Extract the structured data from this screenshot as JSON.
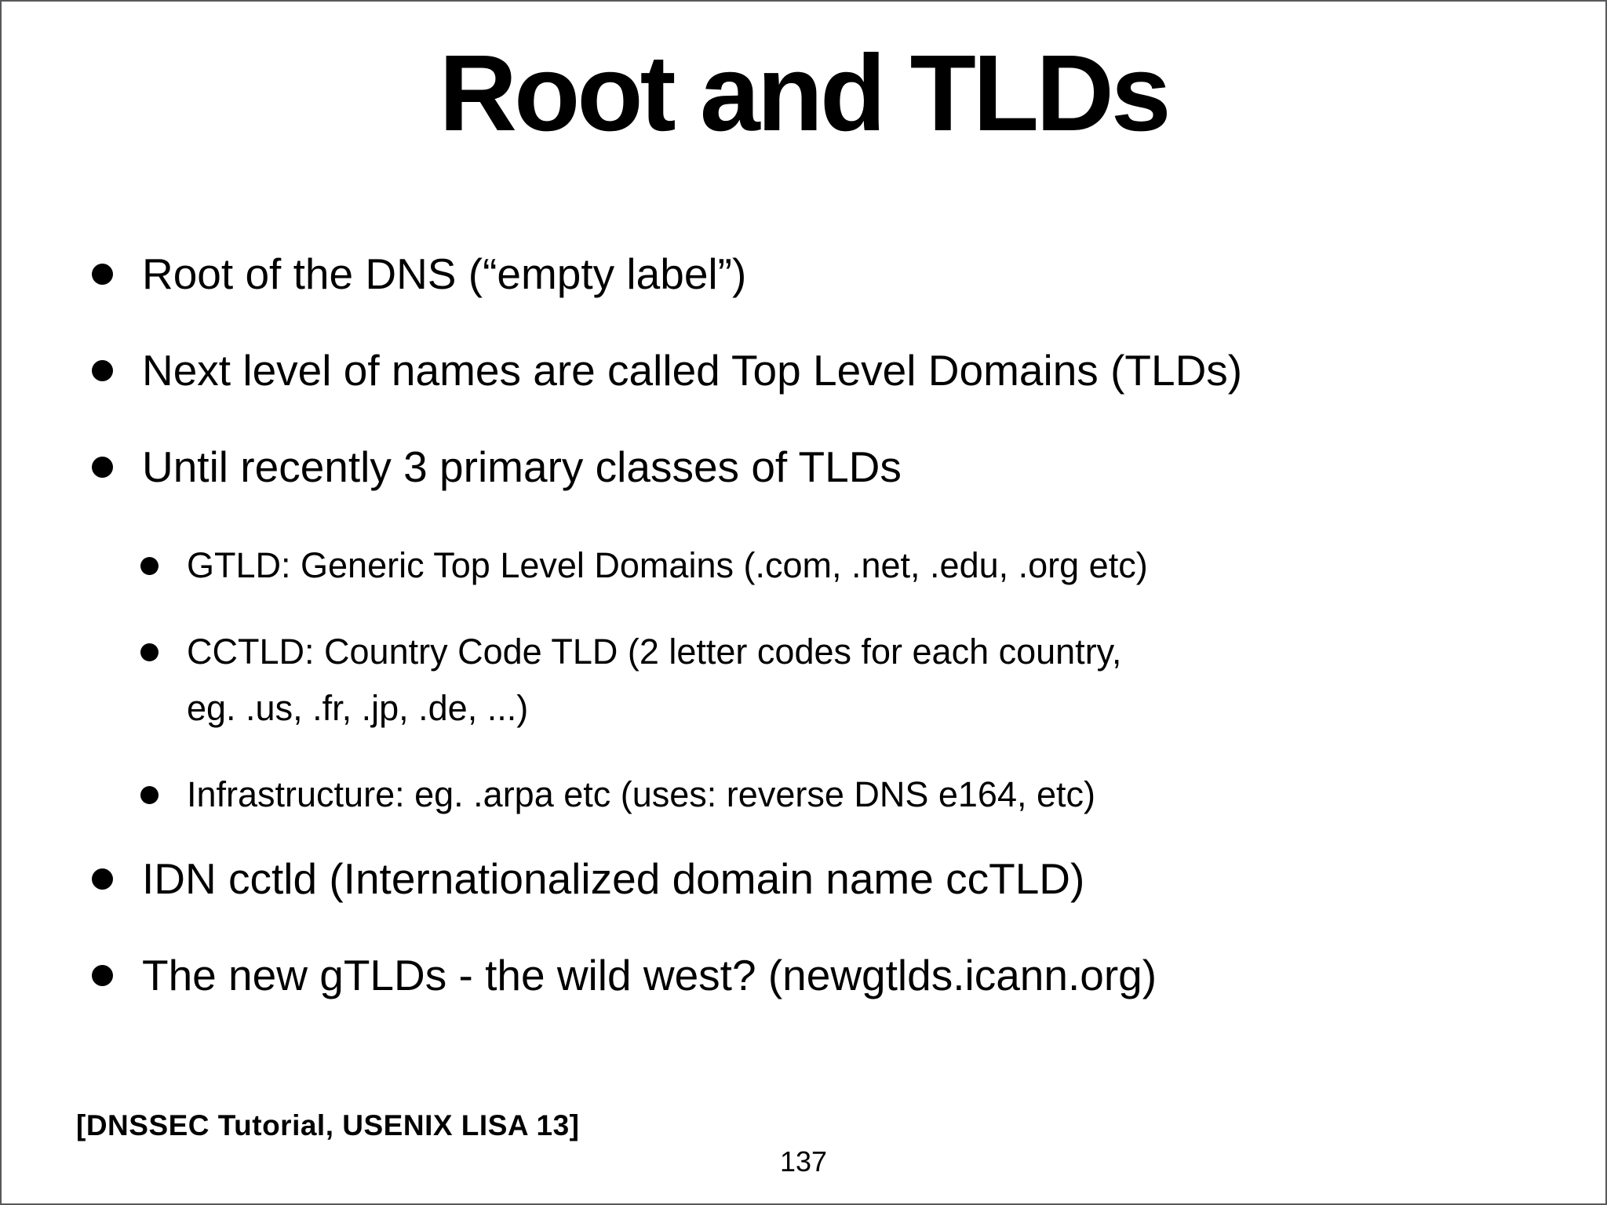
{
  "slide": {
    "title": "Root and TLDs",
    "bullets": [
      {
        "level": 1,
        "text": "Root of the DNS (“empty label”)"
      },
      {
        "level": 1,
        "text": "Next level of names are called Top Level Domains (TLDs)"
      },
      {
        "level": 1,
        "text": "Until recently 3 primary classes of TLDs"
      },
      {
        "level": 2,
        "text": "GTLD: Generic Top Level Domains (.com, .net, .edu, .org etc)"
      },
      {
        "level": 2,
        "text": "CCTLD: Country Code TLD (2 letter codes for each country,\neg. .us, .fr, .jp, .de, ...)"
      },
      {
        "level": 2,
        "text": "Infrastructure: eg. .arpa etc (uses: reverse DNS e164, etc)"
      },
      {
        "level": 1,
        "text": "IDN cctld (Internationalized domain name ccTLD)"
      },
      {
        "level": 1,
        "text": "The new gTLDs - the wild west? (newgtlds.icann.org)"
      }
    ],
    "footer": "[DNSSEC Tutorial, USENIX LISA 13]",
    "page_number": "137",
    "colors": {
      "text": "#000000",
      "background": "#ffffff",
      "border": "#58595b"
    }
  }
}
